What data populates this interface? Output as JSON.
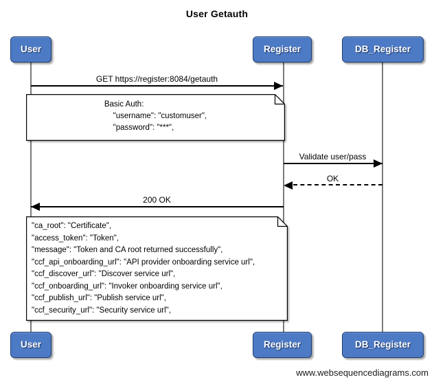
{
  "title": "User Getauth",
  "actors": [
    {
      "id": "user",
      "label": "User"
    },
    {
      "id": "register",
      "label": "Register"
    },
    {
      "id": "db_register",
      "label": "DB_Register"
    }
  ],
  "messages": [
    {
      "from": "User",
      "to": "Register",
      "style": "solid",
      "label": "GET https://register:8084/getauth"
    },
    {
      "from": "Register",
      "to": "DB_Register",
      "style": "solid",
      "label": "Validate user/pass"
    },
    {
      "from": "DB_Register",
      "to": "Register",
      "style": "dashed",
      "label": "OK"
    },
    {
      "from": "Register",
      "to": "User",
      "style": "solid",
      "label": "200 OK"
    }
  ],
  "notes": [
    {
      "over": "User,Register",
      "lines": [
        "Basic Auth:",
        "    \"username\": \"customuser\",",
        "    \"password\": \"***\","
      ]
    },
    {
      "over": "User,Register",
      "lines": [
        "\"ca_root\": \"Certificate\",",
        "\"access_token\": \"Token\",",
        "\"message\": \"Token and CA root returned successfully\",",
        "\"ccf_api_onboarding_url\": \"API provider onboarding service url\",",
        "\"ccf_discover_url\": \"Discover service url\",",
        "\"ccf_onboarding_url\": \"Invoker onboarding service url\",",
        "\"ccf_publish_url\": \"Publish service url\",",
        "\"ccf_security_url\": \"Security service url\","
      ]
    }
  ],
  "footer": "www.websequencediagrams.com",
  "colors": {
    "actor_fill": "#4d7ac4",
    "actor_border": "#1d3c72",
    "actor_text": "#ffffff",
    "lifeline": "#7a7a7a",
    "message_line": "#000000",
    "note_fill": "#ffffff",
    "note_border": "#000000",
    "background": "#ffffff"
  }
}
